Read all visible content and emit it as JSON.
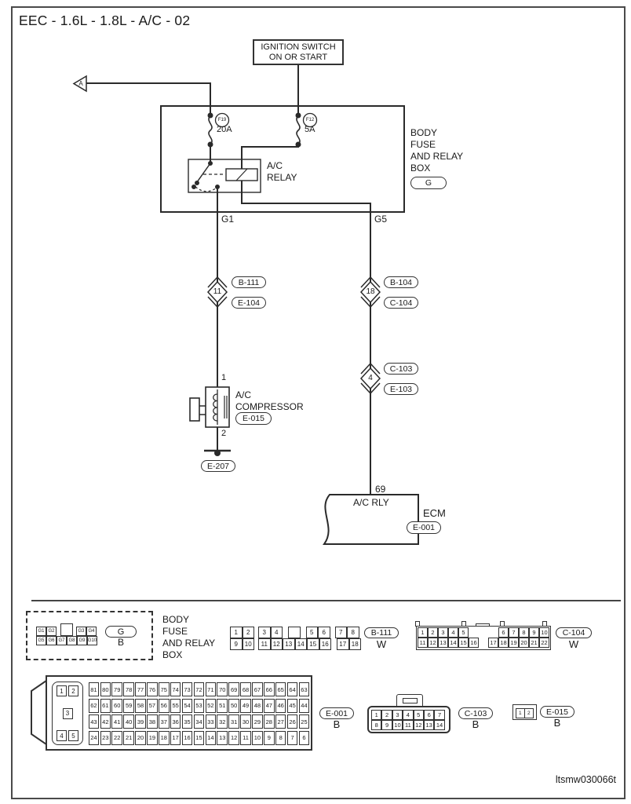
{
  "page": {
    "title": "EEC - 1.6L - 1.8L - A/C - 02",
    "footer_code": "ltsmw030066t"
  },
  "schematic": {
    "ignition_label": "IGNITION SWITCH\nON OR START",
    "arrow_label": "A",
    "fuse_left": {
      "id": "F19",
      "rating": "20A"
    },
    "fuse_right": {
      "id": "F12",
      "rating": "5A"
    },
    "relay_label": "A/C\nRELAY",
    "box_label": "BODY\nFUSE\nAND RELAY\nBOX",
    "box_connector": "G",
    "pin_g1": "G1",
    "pin_g5": "G5",
    "splice_left": {
      "num": "11",
      "top": "B-111",
      "bottom": "E-104"
    },
    "splice_right": {
      "num": "18",
      "top": "B-104",
      "bottom": "C-104"
    },
    "splice_right2": {
      "num": "4",
      "top": "C-103",
      "bottom": "E-103"
    },
    "compressor": {
      "pin_top": "1",
      "pin_bottom": "2",
      "label": "A/C\nCOMPRESSOR",
      "connector": "E-015"
    },
    "ground_connector": "E-207",
    "ecm": {
      "pin": "69",
      "signal": "A/C RLY",
      "label": "ECM",
      "connector": "E-001"
    }
  },
  "connectors": {
    "gbox": {
      "label": "BODY\nFUSE\nAND RELAY\nBOX",
      "name": "G",
      "color": "B",
      "row1": [
        "G1",
        "G2",
        "",
        "G3",
        "G4"
      ],
      "row2": [
        "G5",
        "G6",
        "G7",
        "G8",
        "G9",
        "G10"
      ]
    },
    "b111": {
      "name": "B-111",
      "color": "W",
      "row1": [
        "1",
        "2",
        "3",
        "4",
        "",
        "5",
        "6",
        "7",
        "8"
      ],
      "row2": [
        "9",
        "10",
        "11",
        "12",
        "13",
        "14",
        "15",
        "16",
        "17",
        "18"
      ]
    },
    "c104": {
      "name": "C-104",
      "color": "W",
      "row1a": [
        "1",
        "2",
        "3",
        "4",
        "5"
      ],
      "row1b": [
        "6",
        "7",
        "8",
        "9",
        "10"
      ],
      "row2a": [
        "11",
        "12",
        "13",
        "14",
        "15",
        "16"
      ],
      "row2b": [
        "17",
        "18",
        "19",
        "20",
        "21",
        "22"
      ]
    },
    "e001": {
      "name": "E-001",
      "color": "B",
      "left_row1": [
        "1",
        "2"
      ],
      "left_row2": [
        "3"
      ],
      "left_row3": [
        "4",
        "5"
      ],
      "rows": [
        [
          "81",
          "80",
          "79",
          "78",
          "77",
          "76",
          "75",
          "74",
          "73",
          "72",
          "71",
          "70",
          "69",
          "68",
          "67",
          "66",
          "65",
          "64",
          "63"
        ],
        [
          "62",
          "61",
          "60",
          "59",
          "58",
          "57",
          "56",
          "55",
          "54",
          "53",
          "52",
          "51",
          "50",
          "49",
          "48",
          "47",
          "46",
          "45",
          "44"
        ],
        [
          "43",
          "42",
          "41",
          "40",
          "39",
          "38",
          "37",
          "36",
          "35",
          "34",
          "33",
          "32",
          "31",
          "30",
          "29",
          "28",
          "27",
          "26",
          "25"
        ],
        [
          "24",
          "23",
          "22",
          "21",
          "20",
          "19",
          "18",
          "17",
          "16",
          "15",
          "14",
          "13",
          "12",
          "11",
          "10",
          "9",
          "8",
          "7",
          "6"
        ]
      ]
    },
    "c103": {
      "name": "C-103",
      "color": "B",
      "row1": [
        "1",
        "2",
        "3",
        "4",
        "5",
        "6",
        "7"
      ],
      "row2": [
        "8",
        "9",
        "10",
        "11",
        "12",
        "13",
        "14"
      ]
    },
    "e015": {
      "name": "E-015",
      "color": "B",
      "row1": [
        "1",
        "2"
      ]
    }
  }
}
